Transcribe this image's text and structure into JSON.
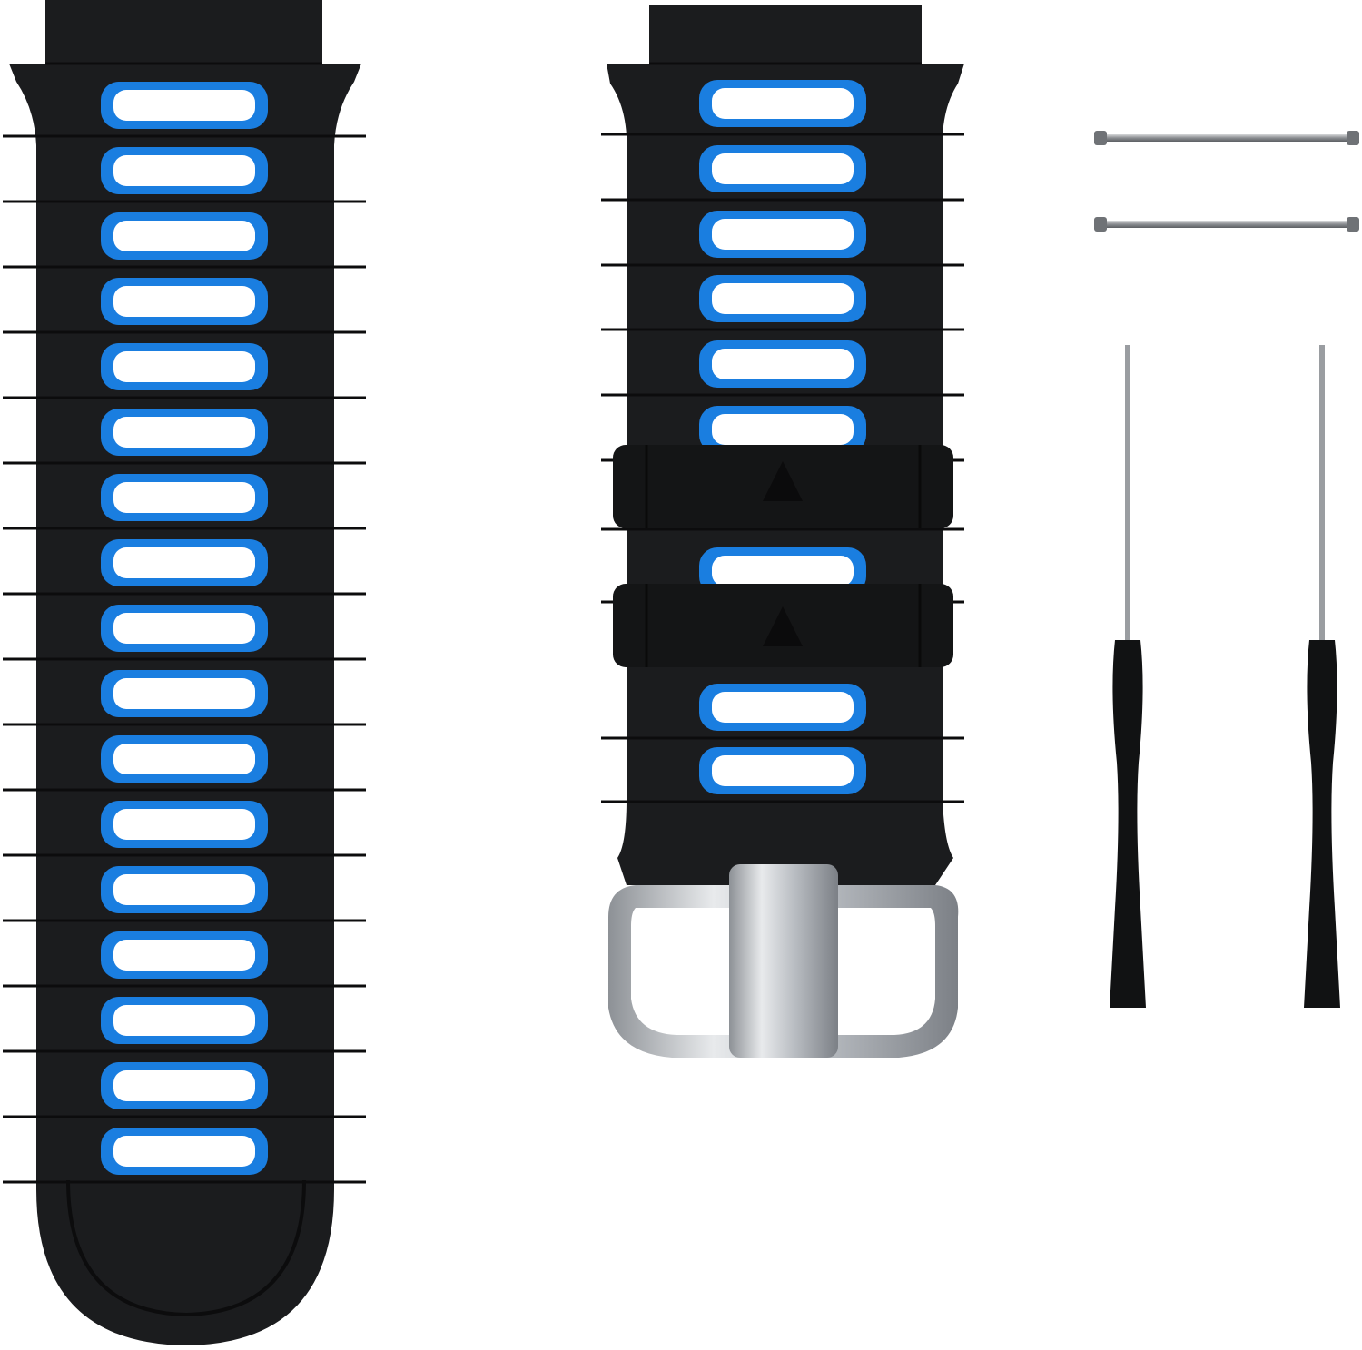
{
  "product": {
    "colors": {
      "strap": "#1b1c1e",
      "strap_edge": "#0e0f10",
      "accent": "#1a7ee0",
      "buckle": "#c9ccd0",
      "background": "#ffffff"
    },
    "components": [
      "long-strap",
      "buckle-strap",
      "spring-bar",
      "spring-bar",
      "screwdriver",
      "screwdriver"
    ]
  }
}
